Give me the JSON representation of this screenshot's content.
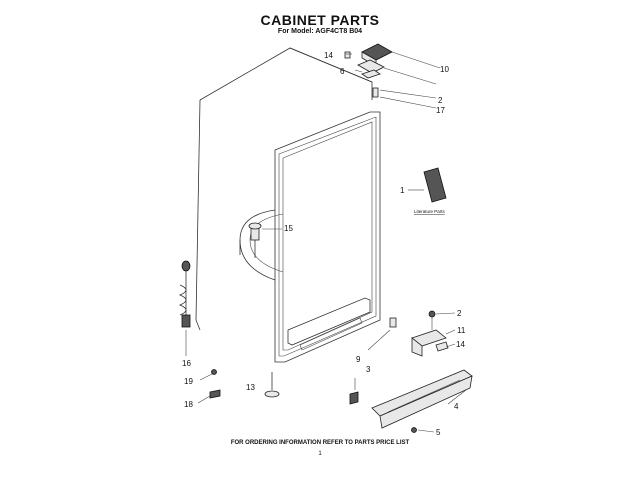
{
  "header": {
    "title": "CABINET PARTS",
    "subtitle": "For Model: AGF4CT8 B04"
  },
  "callouts": {
    "c14_top": "14",
    "c6": "6",
    "c10": "10",
    "c2_top": "2",
    "c17": "17",
    "c1": "1",
    "c15": "15",
    "c16": "16",
    "c19": "19",
    "c18": "18",
    "c13": "13",
    "c9": "9",
    "c3": "3",
    "c2_bot": "2",
    "c11": "11",
    "c14_bot": "14",
    "c4": "4",
    "c5": "5"
  },
  "literature_label": "Literature Parts",
  "footer": {
    "ordering_note": "FOR ORDERING INFORMATION REFER TO PARTS PRICE LIST",
    "page_number": "1"
  },
  "colors": {
    "line": "#333333",
    "part_fill": "#e8e8e8"
  }
}
